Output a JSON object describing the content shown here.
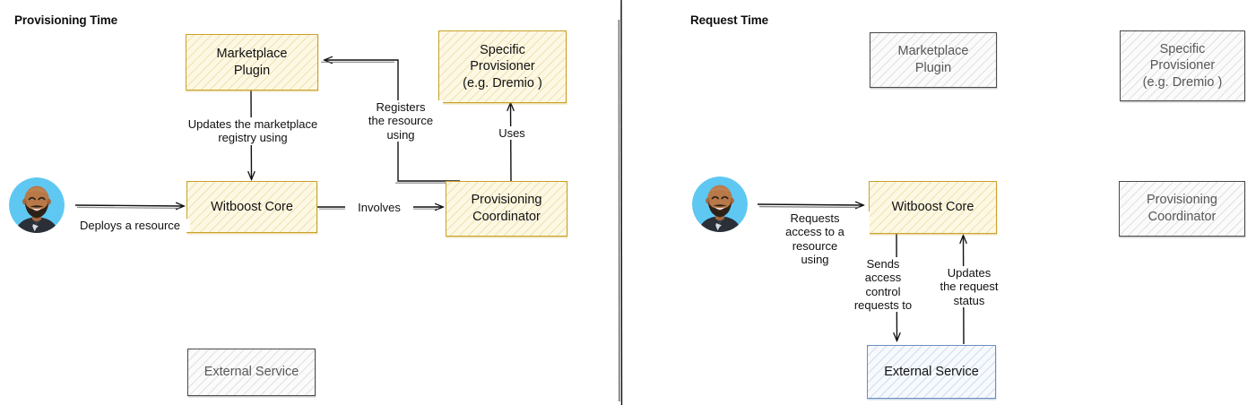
{
  "diagram": {
    "type": "two-panel-architecture-flow",
    "background": "#ffffff",
    "colors": {
      "active_border": "#c9a227",
      "active_fill": "#fdf8e3",
      "inactive_border": "#4a4a4a",
      "inactive_fill": "#fbfbfb",
      "external_border": "#6c8ebf",
      "external_fill": "#f6f9fd",
      "avatar_background": "#5ec8f2",
      "edge": "#1a1a1a",
      "divider": "#3a3a3a"
    }
  },
  "panels": {
    "left": {
      "title": "Provisioning Time",
      "nodes": {
        "marketplace_plugin": "Marketplace\nPlugin",
        "specific_provisioner": "Specific\nProvisioner\n(e.g. Dremio )",
        "witboost_core": "Witboost Core",
        "provisioning_coordinator": "Provisioning\nCoordinator",
        "external_service": "External Service"
      },
      "edges": [
        {
          "from": "user",
          "to": "witboost_core",
          "label": "Deploys a resource"
        },
        {
          "from": "marketplace_plugin",
          "to": "witboost_core",
          "label": "Updates the marketplace\nregistry using"
        },
        {
          "from": "witboost_core",
          "to": "provisioning_coordinator",
          "label": "Involves"
        },
        {
          "from": "provisioning_coordinator",
          "to": "marketplace_plugin",
          "label": "Registers\nthe resource\nusing"
        },
        {
          "from": "provisioning_coordinator",
          "to": "specific_provisioner",
          "label": "Uses"
        }
      ],
      "avatar": "user-avatar"
    },
    "right": {
      "title": "Request Time",
      "nodes": {
        "marketplace_plugin": "Marketplace\nPlugin",
        "specific_provisioner": "Specific\nProvisioner\n(e.g. Dremio )",
        "witboost_core": "Witboost Core",
        "provisioning_coordinator": "Provisioning\nCoordinator",
        "external_service": "External Service"
      },
      "edges": [
        {
          "from": "user",
          "to": "witboost_core",
          "label": "Requests\naccess to a resource\nusing"
        },
        {
          "from": "witboost_core",
          "to": "external_service",
          "label": "Sends\naccess\ncontrol\nrequests to"
        },
        {
          "from": "external_service",
          "to": "witboost_core",
          "label": "Updates\nthe request\nstatus"
        }
      ],
      "avatar": "user-avatar"
    }
  }
}
